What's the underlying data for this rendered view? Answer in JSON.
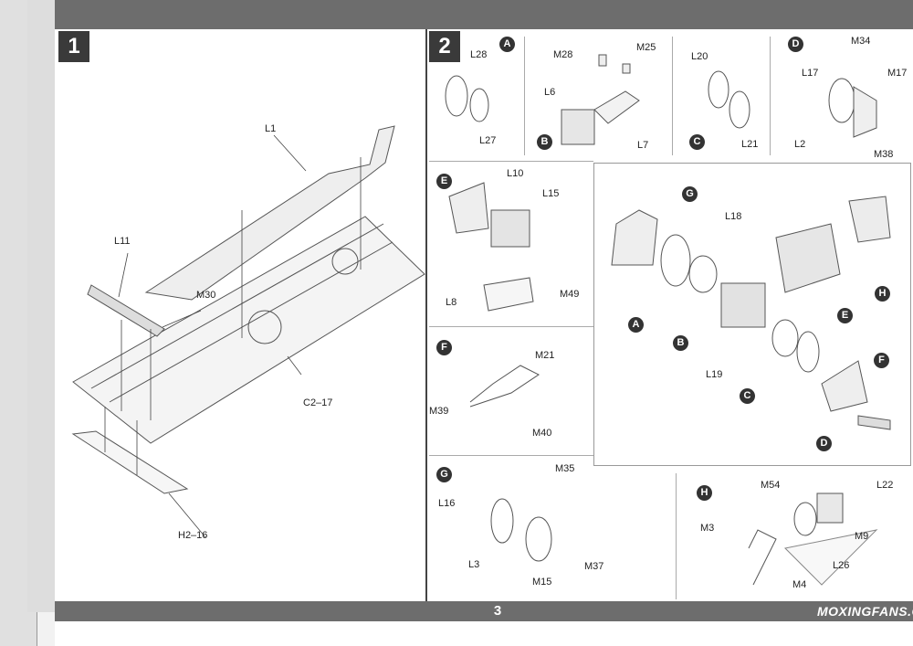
{
  "page_number": "3",
  "watermark": "MOXINGFANS.COM",
  "step1": {
    "number": "1",
    "labels": {
      "l1": "L1",
      "l11": "L11",
      "m30": "M30",
      "c2_17": "C2–17",
      "h2_16": "H2–16"
    }
  },
  "step2": {
    "number": "2",
    "subA": {
      "badge": "A",
      "l28": "L28",
      "l27": "L27"
    },
    "subB": {
      "badge": "B",
      "m28": "M28",
      "m25": "M25",
      "l6": "L6",
      "l7": "L7"
    },
    "subC": {
      "badge": "C",
      "l20": "L20",
      "l21": "L21"
    },
    "subD": {
      "badge": "D",
      "m34": "M34",
      "l17": "L17",
      "m17": "M17",
      "l2": "L2",
      "m38": "M38"
    },
    "subE": {
      "badge": "E",
      "l10": "L10",
      "l15": "L15",
      "l8": "L8",
      "m49": "M49"
    },
    "subF": {
      "badge": "F",
      "m21": "M21",
      "m39": "M39",
      "m40": "M40"
    },
    "subG": {
      "badge": "G",
      "m35": "M35",
      "l16": "L16",
      "l3": "L3",
      "m15": "M15",
      "m37": "M37"
    },
    "subH": {
      "badge": "H",
      "m54": "M54",
      "l22": "L22",
      "m3": "M3",
      "m9": "M9",
      "m4": "M4",
      "l26": "L26"
    },
    "assembly": {
      "g": "G",
      "l18": "L18",
      "a": "A",
      "b": "B",
      "l19": "L19",
      "c": "C",
      "e": "E",
      "h": "H",
      "f": "F",
      "d": "D"
    }
  }
}
